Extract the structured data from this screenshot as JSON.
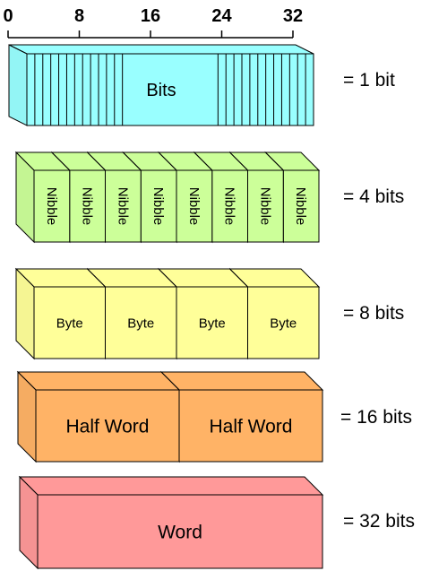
{
  "scale": {
    "ticks": [
      "0",
      "8",
      "16",
      "24",
      "32"
    ]
  },
  "rows": [
    {
      "id": "bit",
      "block_label": "Bits",
      "unit_count": 32,
      "equals": "= 1 bit",
      "color": "#99ffff"
    },
    {
      "id": "nibble",
      "block_label": "Nibble",
      "unit_count": 8,
      "equals": "= 4 bits",
      "color": "#ccff99"
    },
    {
      "id": "byte",
      "block_label": "Byte",
      "unit_count": 4,
      "equals": "= 8 bits",
      "color": "#ffff99"
    },
    {
      "id": "halfword",
      "block_label": "Half Word",
      "unit_count": 2,
      "equals": "= 16 bits",
      "color": "#ffb366"
    },
    {
      "id": "word",
      "block_label": "Word",
      "unit_count": 1,
      "equals": "= 32 bits",
      "color": "#ff9999"
    }
  ]
}
